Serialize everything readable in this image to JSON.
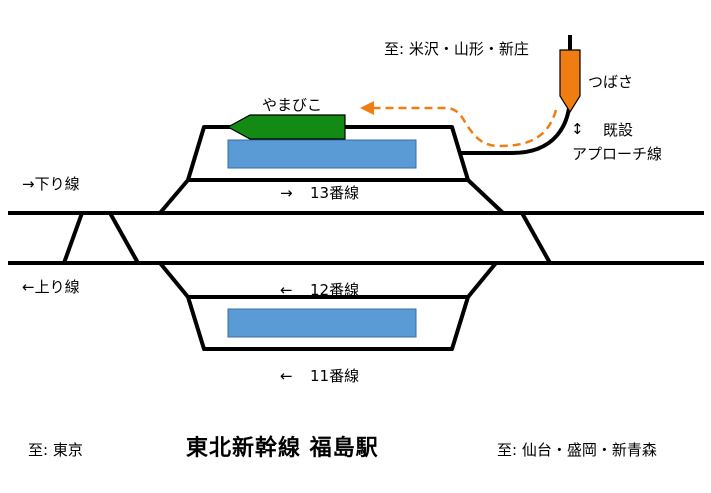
{
  "title": "東北新幹線 福島駅",
  "direction_tokyo": "至: 東京",
  "direction_north": "至: 仙台・盛岡・新青森",
  "direction_yamagata": "至: 米沢・山形・新庄",
  "lines": {
    "down": "下り線",
    "up": "上り線"
  },
  "tracks": {
    "t13": "13番線",
    "t12": "12番線",
    "t11": "11番線"
  },
  "trains": {
    "yamabiko": {
      "label": "やまびこ",
      "color": "#138a13"
    },
    "tsubasa": {
      "label": "つばさ",
      "color": "#f07d12"
    }
  },
  "approach_line": {
    "line1": "既設",
    "line2": "アプローチ線"
  },
  "arrows": {
    "right": "→",
    "left": "←",
    "updown": "↕"
  },
  "colors": {
    "platform": "#5b9bd5",
    "track": "#000000",
    "route": "#f07d12"
  }
}
